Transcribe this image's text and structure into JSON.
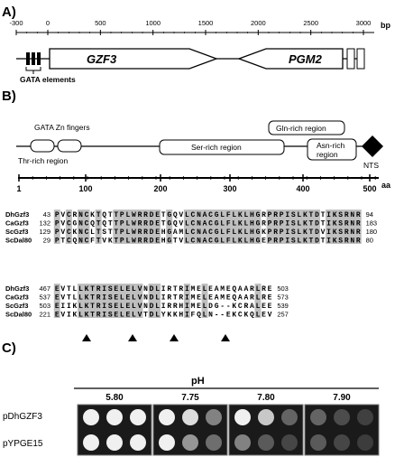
{
  "panel_a": {
    "label": "A)",
    "unit": "bp",
    "ticks": [
      "-300",
      "0",
      "500",
      "1000",
      "1500",
      "2000",
      "2500",
      "3000"
    ],
    "gene1": "GZF3",
    "gene2": "PGM2",
    "gata_label": "GATA elements"
  },
  "panel_b": {
    "label": "B)",
    "unit": "aa",
    "domains": {
      "gata": "GATA Zn fingers",
      "thr": "Thr-rich region",
      "ser": "Ser-rich region",
      "gln": "Gln-rich region",
      "asn1": "Asn-rich",
      "asn2": "region",
      "nts": "NTS"
    },
    "ticks": [
      "1",
      "100",
      "200",
      "300",
      "400",
      "500"
    ],
    "alignment1": [
      {
        "name": "DhGzf3",
        "start": "43",
        "seq": "PVCRNCKTQTTPLWRRDETGQVLCNACGLFLKLHGRPRPISLKTDTIKSRNR",
        "end": "94"
      },
      {
        "name": "CaGzf3",
        "start": "132",
        "seq": "PVCGNCQTQTTPLWRRDETGQVLCNACGLFLKLHGRPRPISLKTDTIKSRNR",
        "end": "183"
      },
      {
        "name": "ScGzf3",
        "start": "129",
        "seq": "PVCKNCLTSTTPLWRRDEHGAMLCNACGLFLKLHGKPRPISLKTDVIKSRNR",
        "end": "180"
      },
      {
        "name": "ScDal80",
        "start": "29",
        "seq": "PTCQNCFTVKTPLWRRDEHGTVLCNACGLFLKLHGEPRPISLKTDTIKSRNR",
        "end": "80"
      }
    ],
    "alignment2": [
      {
        "name": "DhGzf3",
        "start": "467",
        "seq": "EVTLLKTRISELELVNDLIRTRIMELEAMEQAARLRE",
        "end": "503"
      },
      {
        "name": "CaGzf3",
        "start": "537",
        "seq": "EVTLLKTRISELELVNDLIRTRIMELEAMEQAARLRE",
        "end": "573"
      },
      {
        "name": "ScGzf3",
        "start": "503",
        "seq": "EIIKLKTRISELELVNDLIRRHIMELDG--KCRALEE",
        "end": "539"
      },
      {
        "name": "ScDal80",
        "start": "221",
        "seq": "EVIKLKTRISELELVTDLYKKHIFQLN--EKCKQLEV",
        "end": "257"
      }
    ]
  },
  "panel_c": {
    "label": "C)",
    "header": "pH",
    "conditions": [
      "5.80",
      "7.75",
      "7.80",
      "7.90"
    ],
    "strains": [
      "pDhGZF3",
      "pYPGE15"
    ]
  }
}
